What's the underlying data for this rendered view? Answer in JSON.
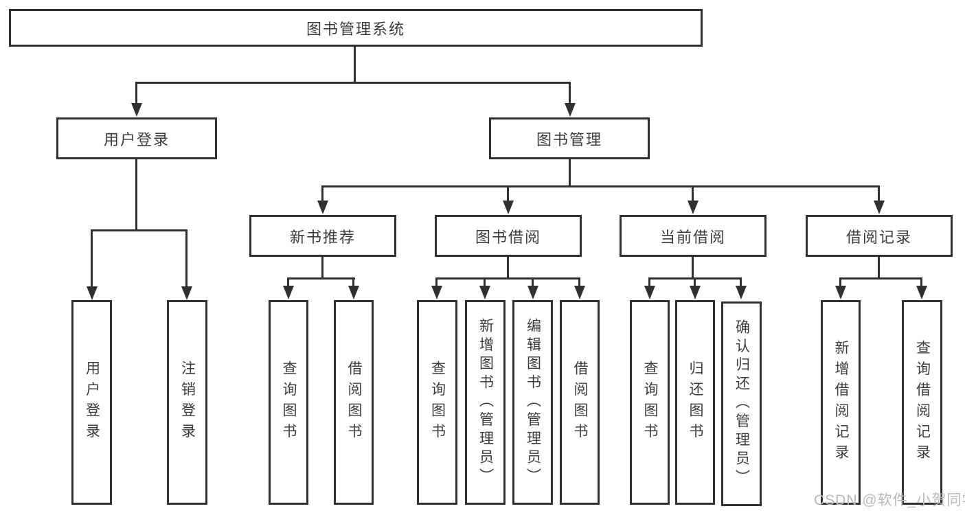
{
  "diagram_type": "feature-tree",
  "tree": {
    "label": "图书管理系统",
    "children": [
      {
        "label": "用户登录",
        "children": [
          {
            "label": "用户登录"
          },
          {
            "label": "注销登录"
          }
        ]
      },
      {
        "label": "图书管理",
        "children": [
          {
            "label": "新书推荐",
            "children": [
              {
                "label": "查询图书"
              },
              {
                "label": "借阅图书"
              }
            ]
          },
          {
            "label": "图书借阅",
            "children": [
              {
                "label": "查询图书"
              },
              {
                "label": "新增图书（管理员）"
              },
              {
                "label": "编辑图书（管理员）"
              },
              {
                "label": "借阅图书"
              }
            ]
          },
          {
            "label": "当前借阅",
            "children": [
              {
                "label": "查询图书"
              },
              {
                "label": "归还图书"
              },
              {
                "label": "确认归还（管理员）"
              }
            ]
          },
          {
            "label": "借阅记录",
            "children": [
              {
                "label": "新增借阅记录"
              },
              {
                "label": "查询借阅记录"
              }
            ]
          }
        ]
      }
    ]
  },
  "watermark": {
    "text": "CSDN @软件_小贺同学"
  },
  "colors": {
    "line": "#303030",
    "text": "#3b3b3b",
    "watermark": "#b9b9b9",
    "bg": "#ffffff"
  }
}
